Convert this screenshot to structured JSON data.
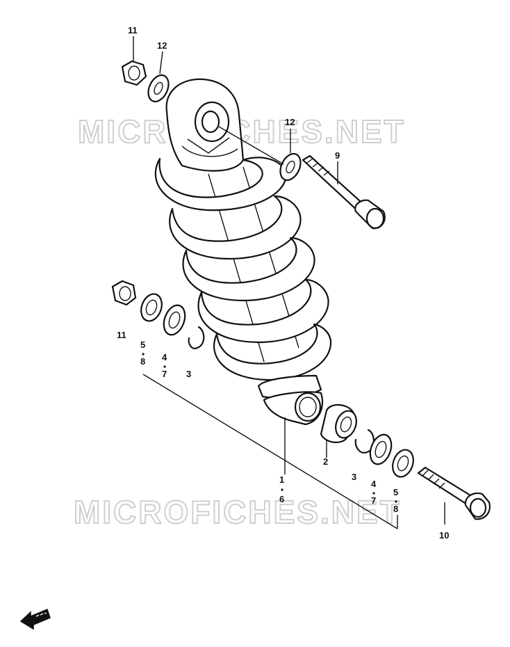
{
  "watermark": {
    "top": "MICROFICHES.NET",
    "bottom": "MICROFICHES.NET"
  },
  "callouts": {
    "c11_top": "11",
    "c12_top": "12",
    "c12_mid": "12",
    "c9": "9",
    "c11_left": "11",
    "c5_left": "5",
    "c8_left": "8",
    "c4_left": "4",
    "c7_left": "7",
    "c3_left": "3",
    "c1": "1",
    "c6": "6",
    "c2": "2",
    "c3_right": "3",
    "c4_right": "4",
    "c7_right": "7",
    "c5_right": "5",
    "c8_right": "8",
    "c10": "10"
  },
  "direction_arrow": {
    "icon": "front-direction-arrow-icon"
  }
}
